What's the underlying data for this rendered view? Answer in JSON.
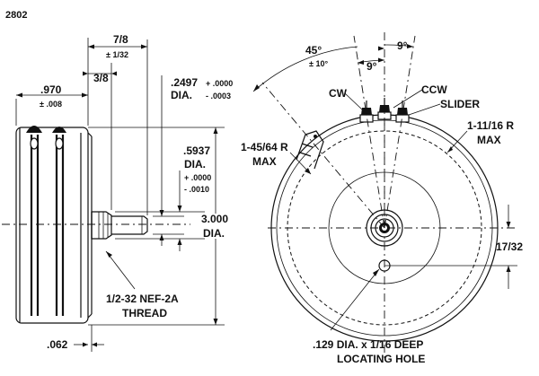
{
  "drawing_number": "2802",
  "side_view": {
    "overall_width": ".970",
    "overall_width_tol": "± .008",
    "shaft_length": "7/8",
    "shaft_length_tol": "± 1/32",
    "bushing_length": "3/8",
    "shaft_dia": ".2497",
    "shaft_dia_tol_plus": "+ .0000",
    "shaft_dia_tol_minus": "- .0003",
    "shaft_dia_label": "DIA.",
    "bushing_dia": ".5937",
    "bushing_dia_label": "DIA.",
    "bushing_dia_tol_plus": "+ .0000",
    "bushing_dia_tol_minus": "- .0010",
    "body_dia": "3.000",
    "body_dia_label": "DIA.",
    "thread_spec": "1/2-32 NEF-2A",
    "thread_label": "THREAD",
    "flange_thickness": ".062"
  },
  "front_view": {
    "terminal_angle": "45°",
    "terminal_angle_tol": "± 10°",
    "terminal_spacing_outer": "9°",
    "terminal_spacing_inner": "9°",
    "terminal_cw": "CW",
    "terminal_ccw": "CCW",
    "terminal_slider": "SLIDER",
    "outer_radius": "1-11/16 R",
    "outer_radius_max": "MAX",
    "bracket_radius": "1-45/64 R",
    "bracket_radius_max": "MAX",
    "hole_offset": "17/32",
    "locating_hole": ".129 DIA. x 1/16 DEEP",
    "locating_hole_label": "LOCATING HOLE"
  }
}
